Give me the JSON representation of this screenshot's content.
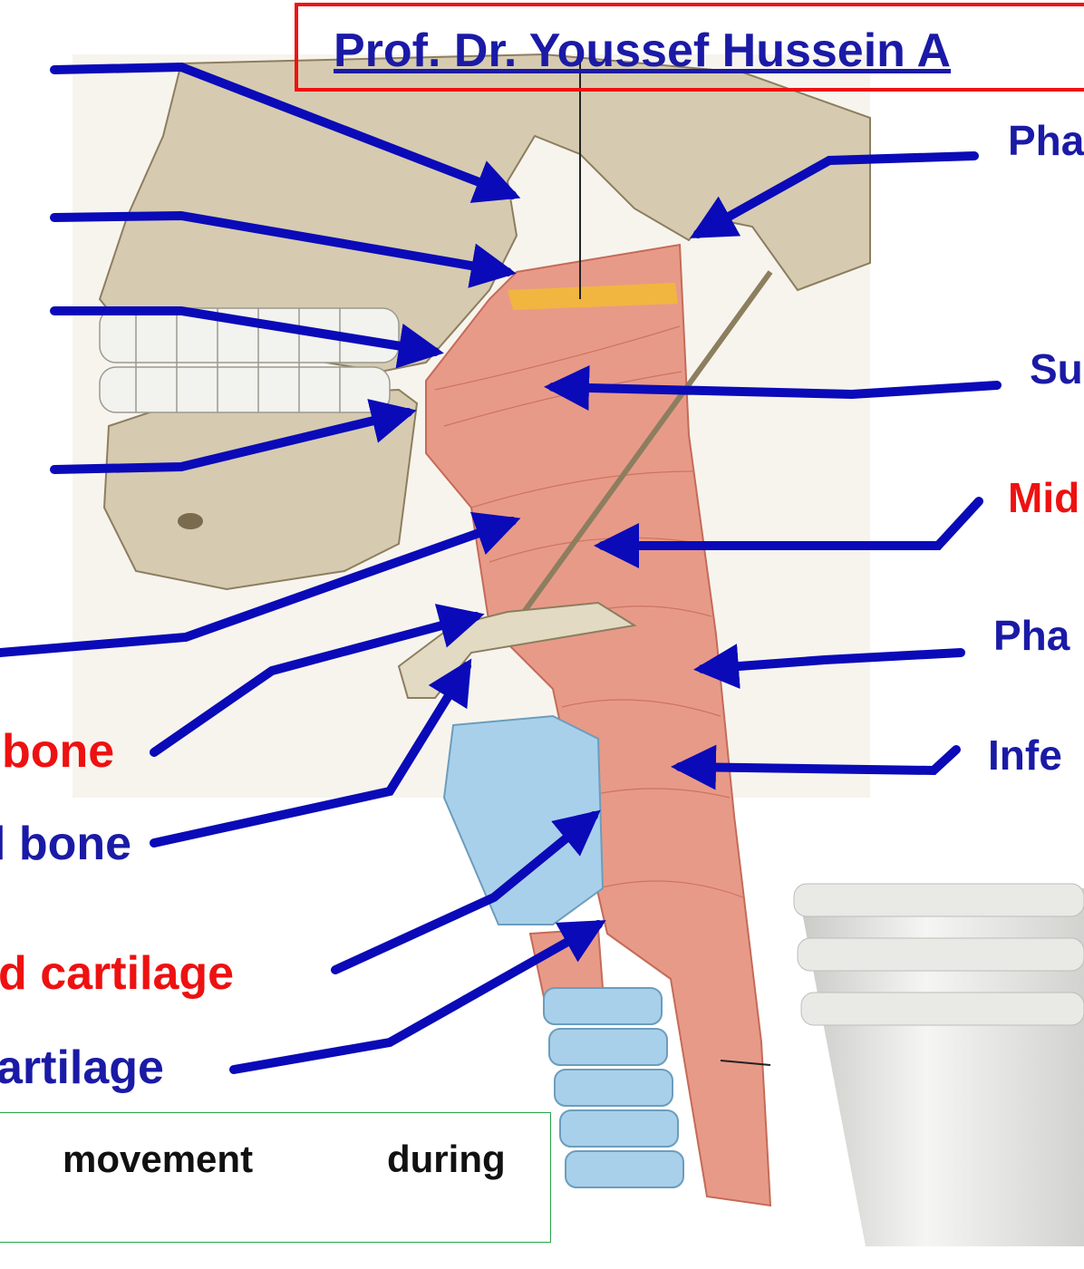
{
  "header": {
    "author": "Prof. Dr. Youssef Hussein A",
    "border_color": "#ee1111",
    "text_color": "#1a1aa6"
  },
  "labels_right": [
    {
      "text": "Pha",
      "color": "#1a1aa6"
    },
    {
      "text": "Su",
      "color": "#1a1aa6"
    },
    {
      "text": "Mid",
      "color": "#ee1111"
    },
    {
      "text": "Pha",
      "color": "#1a1aa6"
    },
    {
      "text": "Infe",
      "color": "#1a1aa6"
    }
  ],
  "labels_left": [
    {
      "text": "bone",
      "color": "#ee1111"
    },
    {
      "text": "l bone",
      "color": "#1a1aa6"
    },
    {
      "text": "d cartilage",
      "color": "#ee1111"
    },
    {
      "text": "artilage",
      "color": "#1a1aa6"
    }
  ],
  "note": {
    "words": [
      "movement",
      "during"
    ],
    "border_color": "#27a34a"
  },
  "colors": {
    "arrow": "#0a0ab8",
    "bone": "#d6cbb0",
    "muscle": "#e89a88",
    "cartilage": "#a9d0ea"
  }
}
